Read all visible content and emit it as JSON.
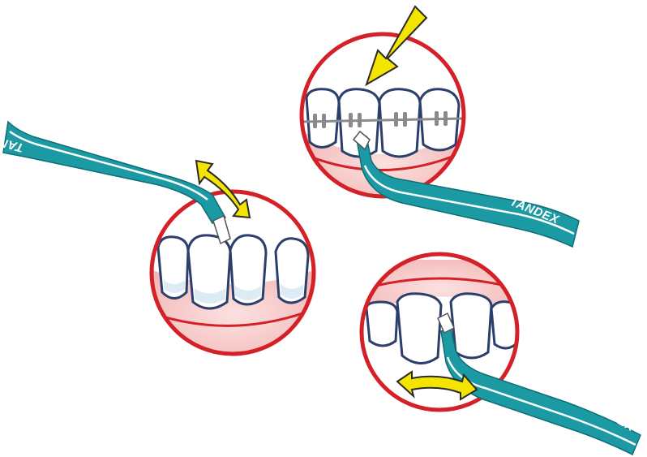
{
  "brand_labels": {
    "left_brush": "TANDEX",
    "top_brush": "TANDEX",
    "bottom_brush": "TANDEX"
  },
  "colors": {
    "circle_border": "#d42128",
    "brush_handle": "#1b9aa4",
    "brush_stripe": "#ffffff",
    "arrow_fill": "#f3e500",
    "arrow_stroke": "#2a2a2a",
    "gum": "#f4c7c6",
    "gum_line": "#d42128",
    "tooth": "#ffffff",
    "tooth_shadow": "#d5e6f3",
    "brace_wire": "#8a8a8a"
  },
  "icons": {
    "top_arrow": "straight-arrow-icon",
    "left_arrow": "double-arrow-icon",
    "bottom_arrow": "double-arrow-icon"
  }
}
